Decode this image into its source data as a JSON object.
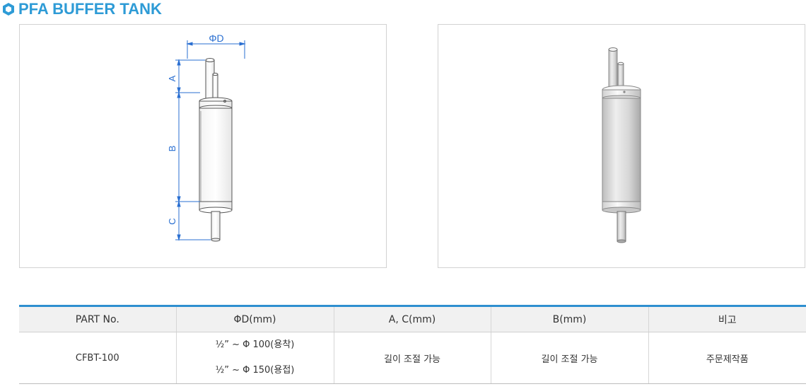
{
  "page": {
    "title": "PFA BUFFER TANK",
    "title_icon": "hexagon-icon",
    "accent_color": "#2e9bd6"
  },
  "drawing": {
    "dim_d": "ΦD",
    "dim_a": "A",
    "dim_b": "B",
    "dim_c": "C"
  },
  "table": {
    "headers": [
      "PART No.",
      "ΦD(mm)",
      "A, C(mm)",
      "B(mm)",
      "비고"
    ],
    "rows": [
      {
        "part_no": "CFBT-100",
        "od": [
          "½” ~ Φ 100(용착)",
          "½” ~ Φ 150(용접)"
        ],
        "ac": "길이 조절 가능",
        "b": "길이 조절 가능",
        "note": "주문제작품"
      }
    ]
  }
}
